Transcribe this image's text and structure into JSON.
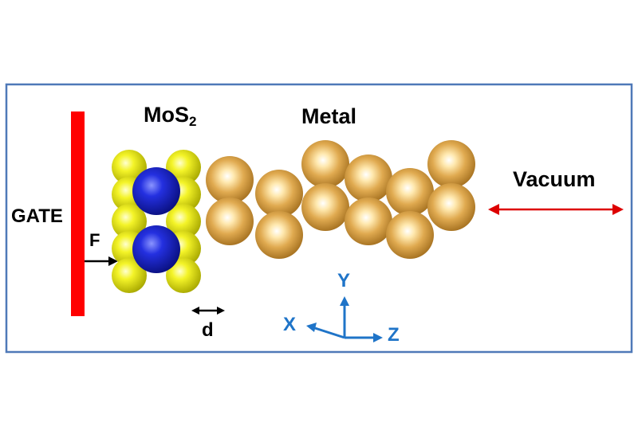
{
  "labels": {
    "gate": "GATE",
    "field": "F",
    "mos2_base": "MoS",
    "mos2_sub": "2",
    "metal": "Metal",
    "vacuum": "Vacuum",
    "distance": "d",
    "axis_y": "Y",
    "axis_x": "X",
    "axis_z": "Z"
  },
  "colors": {
    "frame": "#4f79b8",
    "gate_bar": "#ff0000",
    "sulfur_atom": "#f2f21a",
    "molybdenum_atom": "#1a22d6",
    "metal_atom": "#d4a048",
    "vacuum_arrow": "#dd0000",
    "axis": "#1f74c8",
    "arrow": "#000000"
  }
}
